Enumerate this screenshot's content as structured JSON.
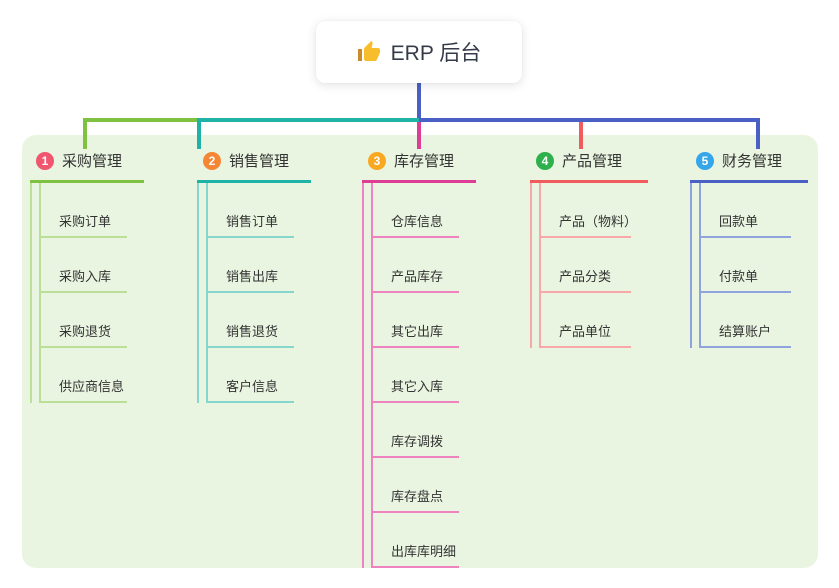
{
  "root": {
    "icon": "thumbs-up",
    "label": "ERP 后台"
  },
  "branches": [
    {
      "id": "1",
      "label": "采购管理",
      "children": [
        "采购订单",
        "采购入库",
        "采购退货",
        "供应商信息"
      ],
      "colors": {
        "badge": "#f0566e",
        "line": "#7fc241",
        "child_line": "#bcdf97"
      }
    },
    {
      "id": "2",
      "label": "销售管理",
      "children": [
        "销售订单",
        "销售出库",
        "销售退货",
        "客户信息"
      ],
      "colors": {
        "badge": "#f58634",
        "line": "#1fb3a7",
        "child_line": "#85d6cd"
      }
    },
    {
      "id": "3",
      "label": "库存管理",
      "children": [
        "仓库信息",
        "产品库存",
        "其它出库",
        "其它入库",
        "库存调拨",
        "库存盘点",
        "出库库明细"
      ],
      "colors": {
        "badge": "#f9a822",
        "line": "#de3d96",
        "child_line": "#ef83c0"
      }
    },
    {
      "id": "4",
      "label": "产品管理",
      "children": [
        "产品（物料）",
        "产品分类",
        "产品单位"
      ],
      "colors": {
        "badge": "#2eb14c",
        "line": "#f25b5b",
        "child_line": "#f8a8a8"
      }
    },
    {
      "id": "5",
      "label": "财务管理",
      "children": [
        "回款单",
        "付款单",
        "结算账户"
      ],
      "colors": {
        "badge": "#36a6ea",
        "line": "#4a60c4",
        "child_line": "#8fa4dd"
      }
    }
  ],
  "connectors": {
    "trunk": "#4a60c4",
    "green": "#7fc241",
    "teal": "#1fb3a7",
    "blue": "#4a60c4",
    "magenta": "#de3d96",
    "red": "#f25b5b"
  },
  "panel_background": "#e9f5e1",
  "icon_colors": {
    "thumb_hand": "#f7bd2a",
    "thumb_cuff": "#c98a2c"
  }
}
